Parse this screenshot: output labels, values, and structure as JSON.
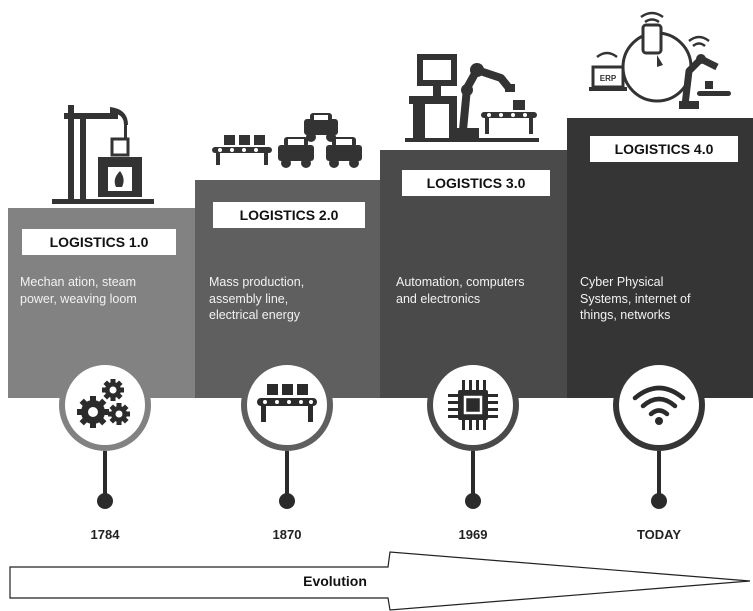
{
  "stages": [
    {
      "label": "LOGISTICS 1.0",
      "desc": "Mechan  ation, steam\npower, weaving loom",
      "year": "1784",
      "color": "#828282",
      "icon": "gears-icon",
      "illustration": "oil-pump-furnace-illustration"
    },
    {
      "label": "LOGISTICS 2.0",
      "desc": "Mass production,\nassembly line,\nelectrical energy",
      "year": "1870",
      "color": "#5f5f5f",
      "icon": "conveyor-icon",
      "illustration": "assembly-line-cars-illustration"
    },
    {
      "label": "LOGISTICS 3.0",
      "desc": "Automation, computers\nand electronics",
      "year": "1969",
      "color": "#4a4a4a",
      "icon": "chip-icon",
      "illustration": "computer-robot-arm-illustration"
    },
    {
      "label": "LOGISTICS 4.0",
      "desc": "Cyber Physical\nSystems, internet of\nthings, networks",
      "year": "TODAY",
      "color": "#353535",
      "icon": "wifi-icon",
      "illustration": "connected-erp-robot-illustration"
    }
  ],
  "erp_label": "ERP",
  "evolution_label": "Evolution"
}
